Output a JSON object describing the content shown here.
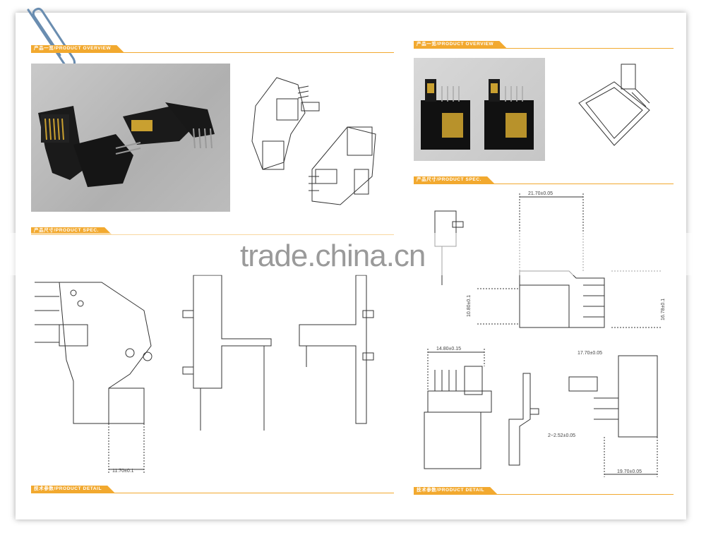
{
  "sections": {
    "overview_left": "产品一览/PRODUCT OVERVIEW",
    "spec_left": "产品尺寸/PRODUCT SPEC.",
    "detail_left": "技术参数/PRODUCT DETAIL",
    "overview_right": "产品一览/PRODUCT OVERVIEW",
    "spec_right": "产品尺寸/PRODUCT SPEC.",
    "detail_right": "技术参数/PRODUCT DETAIL"
  },
  "dimensions": {
    "left_bottom": "11.70±0.1",
    "top_width": "21.70±0.05",
    "height_a": "10.80±0.1",
    "height_b": "16.78±0.1",
    "small_left": "14.80±0.15",
    "thickness": "2~2.52±0.05",
    "small_right": "17.70±0.05",
    "bottom_right": "19.70±0.05"
  },
  "watermark": "trade.china.cn",
  "colors": {
    "accent": "#f2a92f",
    "line": "#333333"
  }
}
